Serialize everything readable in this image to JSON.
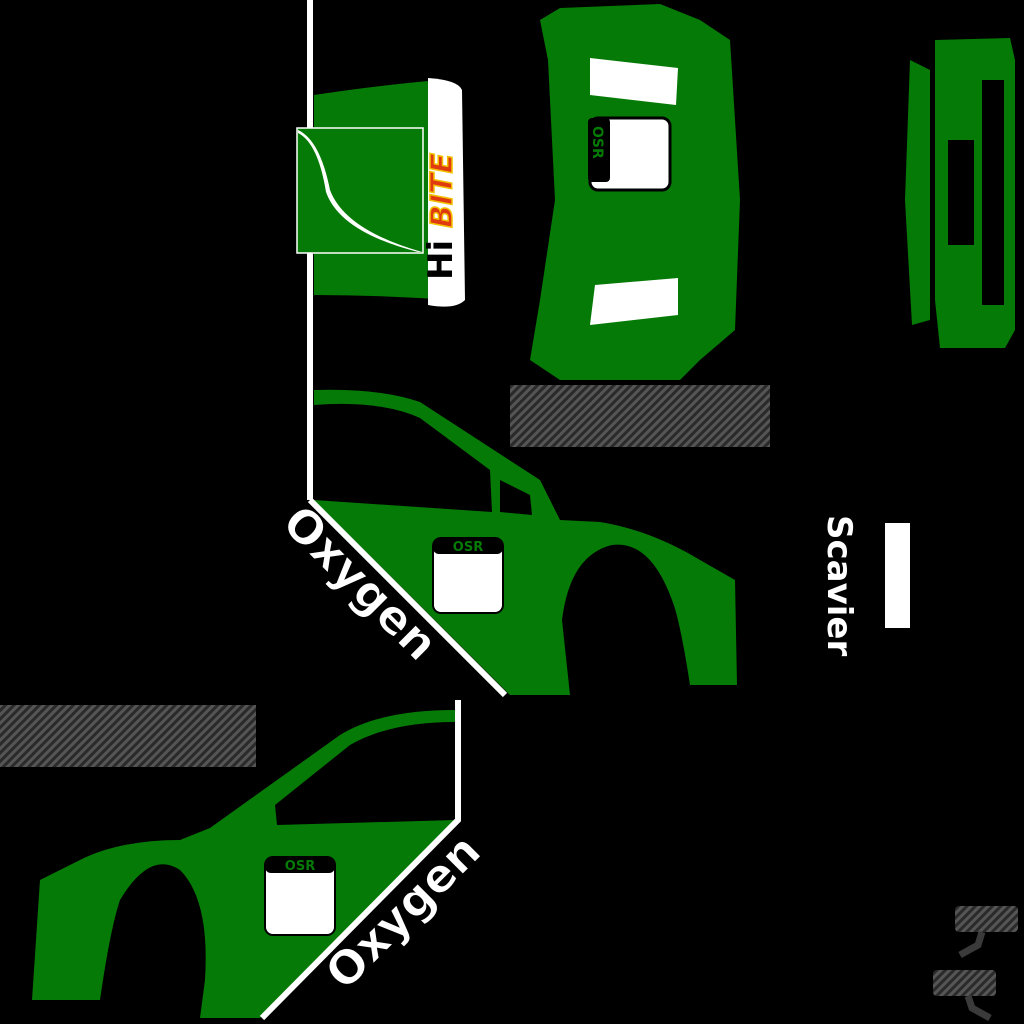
{
  "texture": {
    "colors": {
      "body": "#067a06",
      "background": "#000000",
      "white": "#ffffff",
      "carbon": "#3a3a3a",
      "bite": "#e03a10",
      "bite_outline": "#f2c200"
    },
    "hood": {
      "logo_text": "OSR",
      "sponsor_prefix": "Hi",
      "sponsor_name": "BITE"
    },
    "roof": {
      "number_plate_label": "OSR"
    },
    "side_right": {
      "sponsor": "Oxygen",
      "number_plate_label": "OSR"
    },
    "side_left": {
      "sponsor": "Oxygen",
      "number_plate_label": "OSR"
    },
    "rear": {
      "brand": "Scavier"
    }
  }
}
